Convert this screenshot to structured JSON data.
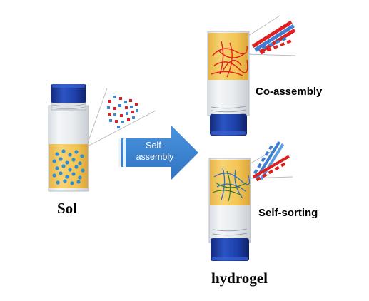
{
  "labels": {
    "sol": "Sol",
    "co_assembly": "Co-assembly",
    "self_sorting": "Self-sorting",
    "hydrogel": "hydrogel",
    "arrow_line1": "Self-",
    "arrow_line2": "assembly"
  },
  "colors": {
    "cap_blue": "#1d3fa8",
    "gel_yellow": "#f3c553",
    "arrow_blue": "#3a86d6",
    "fiber_red": "#e02020",
    "fiber_blue": "#3e7fd0",
    "dot_blue": "#2e8fd8",
    "dot_red": "#dd1f2c"
  }
}
